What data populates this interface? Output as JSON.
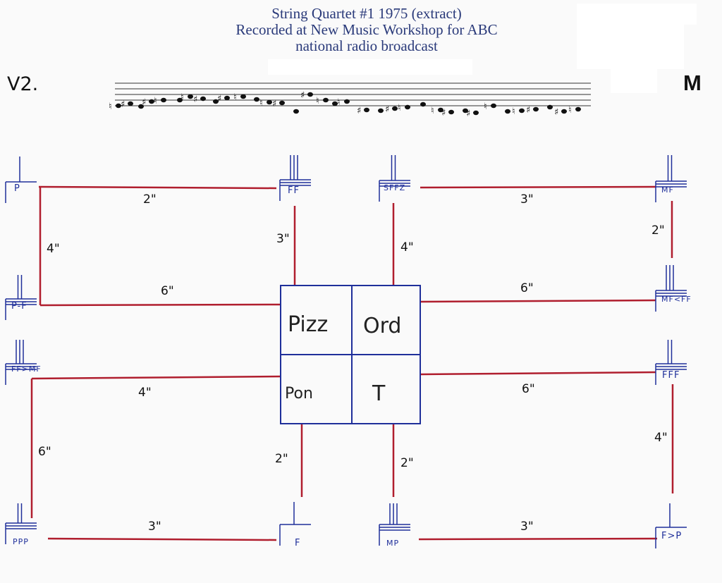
{
  "header": {
    "title_line1": "String Quartet #1 1975 (extract)",
    "title_line2": "Recorded at New Music Workshop for ABC",
    "title_line3": "national radio broadcast"
  },
  "part_label": "V2.",
  "section_marker": "M",
  "colors": {
    "line": "#b01e2e",
    "ink": "#1f2f9a",
    "text": "#2a3a7a"
  },
  "center": {
    "cells": [
      {
        "id": "pizz",
        "label": "Pizz"
      },
      {
        "id": "ord",
        "label": "Ord"
      },
      {
        "id": "pont",
        "label": "Pon"
      },
      {
        "id": "trem",
        "label": "T"
      }
    ]
  },
  "nodes": [
    {
      "id": "n1",
      "dynamic": "P"
    },
    {
      "id": "n2",
      "dynamic": "P-F"
    },
    {
      "id": "n3",
      "dynamic": "FF"
    },
    {
      "id": "n4",
      "dynamic": "SFFZ"
    },
    {
      "id": "n5",
      "dynamic": "MF"
    },
    {
      "id": "n6",
      "dynamic": "MF<FF"
    },
    {
      "id": "n7",
      "dynamic": "FF>MF"
    },
    {
      "id": "n8",
      "dynamic": "FFF"
    },
    {
      "id": "n9",
      "dynamic": "PPP"
    },
    {
      "id": "n10",
      "dynamic": "F"
    },
    {
      "id": "n11",
      "dynamic": "MP"
    },
    {
      "id": "n12",
      "dynamic": "F>P"
    }
  ],
  "durations": [
    {
      "id": "d1",
      "text": "2\""
    },
    {
      "id": "d2",
      "text": "4\""
    },
    {
      "id": "d3",
      "text": "6\""
    },
    {
      "id": "d4",
      "text": "3\""
    },
    {
      "id": "d5",
      "text": "4\""
    },
    {
      "id": "d6",
      "text": "3\""
    },
    {
      "id": "d7",
      "text": "2\""
    },
    {
      "id": "d8",
      "text": "6\""
    },
    {
      "id": "d9",
      "text": "4\""
    },
    {
      "id": "d10",
      "text": "6\""
    },
    {
      "id": "d11",
      "text": "6\""
    },
    {
      "id": "d12",
      "text": "4\""
    },
    {
      "id": "d13",
      "text": "2\""
    },
    {
      "id": "d14",
      "text": "2\""
    },
    {
      "id": "d15",
      "text": "3\""
    },
    {
      "id": "d16",
      "text": "3\""
    }
  ]
}
